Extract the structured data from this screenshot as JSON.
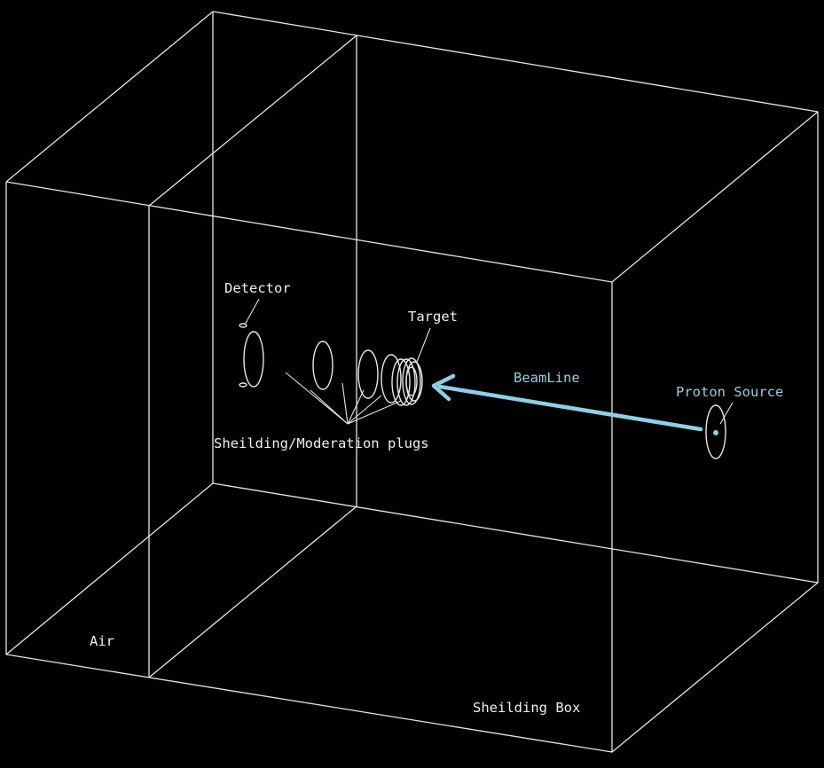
{
  "labels": {
    "detector": "Detector",
    "target": "Target",
    "beamline": "BeamLine",
    "proton_source": "Proton Source",
    "plugs": "Sheilding/Moderation plugs",
    "air": "Air",
    "shielding_box": "Sheilding Box"
  },
  "colors": {
    "background": "#000000",
    "wireframe": "#e6e6e6",
    "label": "#f2f2dc",
    "beam": "#8ed0e6",
    "source_dot": "#8ed0e6"
  }
}
